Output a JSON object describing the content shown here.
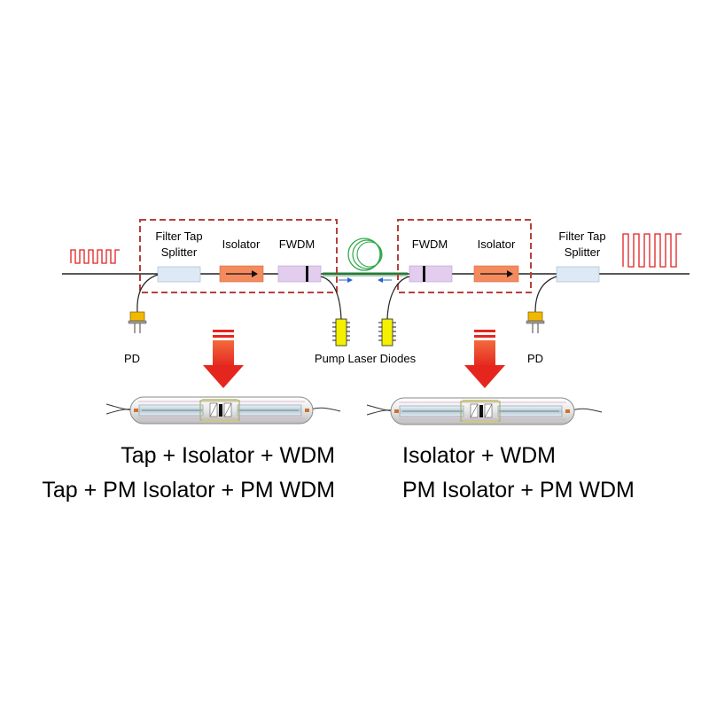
{
  "diagram": {
    "left_stage": {
      "tap_label_line1": "Filter Tap",
      "tap_label_line2": "Splitter",
      "isolator_label": "Isolator",
      "fwdm_label": "FWDM",
      "pd_label": "PD"
    },
    "right_stage": {
      "fwdm_label": "FWDM",
      "isolator_label": "Isolator",
      "tap_label_line1": "Filter Tap",
      "tap_label_line2": "Splitter",
      "pd_label": "PD"
    },
    "pump_label": "Pump Laser Diodes",
    "bottom_left": {
      "line1": "Tap + Isolator + WDM",
      "line2": "Tap + PM Isolator + PM WDM"
    },
    "bottom_right": {
      "line1": "Isolator + WDM",
      "line2": "PM Isolator + PM WDM"
    },
    "colors": {
      "dashed_box": "#b5403a",
      "signal_pulse": "#e02020",
      "arrow": "#e5261f",
      "isolator": "#f48b5e",
      "fwdm": "#e2cdef",
      "tap": "#dde9f4",
      "fiber_coil": "#2fa84a",
      "pump_diode": "#f4f000",
      "pd": "#f0b800"
    }
  }
}
